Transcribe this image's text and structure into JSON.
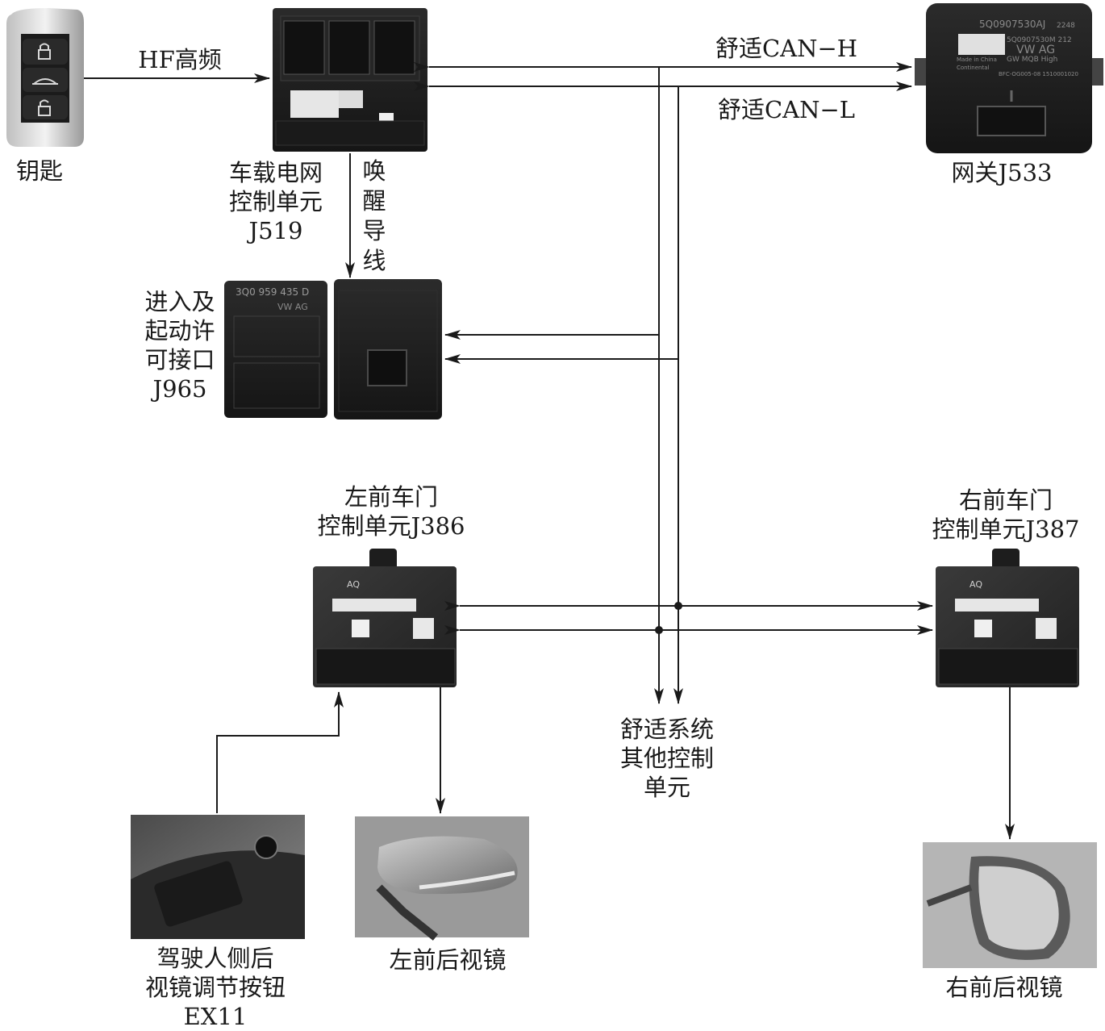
{
  "labels": {
    "key": "钥匙",
    "hf": "HF高频",
    "j519": [
      "车载电网",
      "控制单元",
      "J519"
    ],
    "wake": [
      "唤",
      "醒",
      "导",
      "线"
    ],
    "can_h": "舒适CAN−H",
    "can_l": "舒适CAN−L",
    "gateway": "网关J533",
    "j965": [
      "进入及",
      "起动许",
      "可接口",
      "J965"
    ],
    "j386": [
      "左前车门",
      "控制单元J386"
    ],
    "j387": [
      "右前车门",
      "控制单元J387"
    ],
    "others": [
      "舒适系统",
      "其他控制",
      "单元"
    ],
    "ex11": [
      "驾驶人侧后",
      "视镜调节按钮",
      "EX11"
    ],
    "left_mirror": "左前后视镜",
    "right_mirror": "右前后视镜"
  },
  "device_print": {
    "gateway": [
      "5Q0907530AJ",
      "2248",
      "5Q0907530M 212",
      "VW AG",
      "GW MQB High",
      "Made in China",
      "Continental",
      "BFC-OG005-08 1510001020"
    ],
    "j965": [
      "3Q0 959 435 D",
      "VW AG"
    ],
    "j386": [
      "AQ"
    ],
    "j387": [
      "AQ"
    ]
  },
  "colors": {
    "ink": "#1a1a1a",
    "device": "#1c1c1c",
    "label_white": "#f2f2f2"
  }
}
